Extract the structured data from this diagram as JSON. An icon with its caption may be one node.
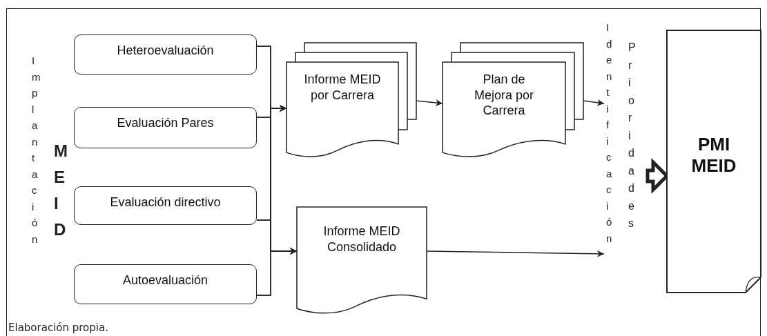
{
  "diagram": {
    "caption": "Elaboración propia.",
    "nodes": [
      {
        "text": [
          "Heteroevaluación"
        ]
      },
      {
        "text": [
          "Evaluación Pares"
        ]
      },
      {
        "text": [
          "Evaluación directivo"
        ]
      },
      {
        "text": [
          "Autoevaluación"
        ]
      },
      {
        "text": [
          "Informe MEID por Carrera"
        ]
      },
      {
        "text": [
          "Plan de Mejora por Carrera"
        ]
      },
      {
        "text": [
          "Informe MEID Consolidado"
        ]
      },
      {
        "text": [
          "Identificación"
        ]
      },
      {
        "text": [
          "Prioridades"
        ]
      },
      {
        "text": [
          "PMI MEID"
        ]
      }
    ],
    "edges": [
      {
        "from": 0,
        "to": 4,
        "arrow": "to"
      },
      {
        "from": 1,
        "to": 4,
        "arrow": "to"
      },
      {
        "from": 2,
        "to": 4,
        "arrow": "to"
      },
      {
        "from": 3,
        "to": 4,
        "arrow": "to"
      },
      {
        "from": 0,
        "to": 6,
        "arrow": "to"
      },
      {
        "from": 1,
        "to": 6,
        "arrow": "to"
      },
      {
        "from": 2,
        "to": 6,
        "arrow": "to"
      },
      {
        "from": 3,
        "to": 6,
        "arrow": "to"
      },
      {
        "from": 4,
        "to": 5,
        "arrow": "to"
      },
      {
        "from": 5,
        "to": 7,
        "arrow": "to"
      },
      {
        "from": 6,
        "to": 7,
        "arrow": "to"
      },
      {
        "from": 8,
        "to": 9,
        "arrow": "to",
        "style": "thick"
      }
    ],
    "labels": [
      "Implantación",
      "MEID"
    ]
  }
}
